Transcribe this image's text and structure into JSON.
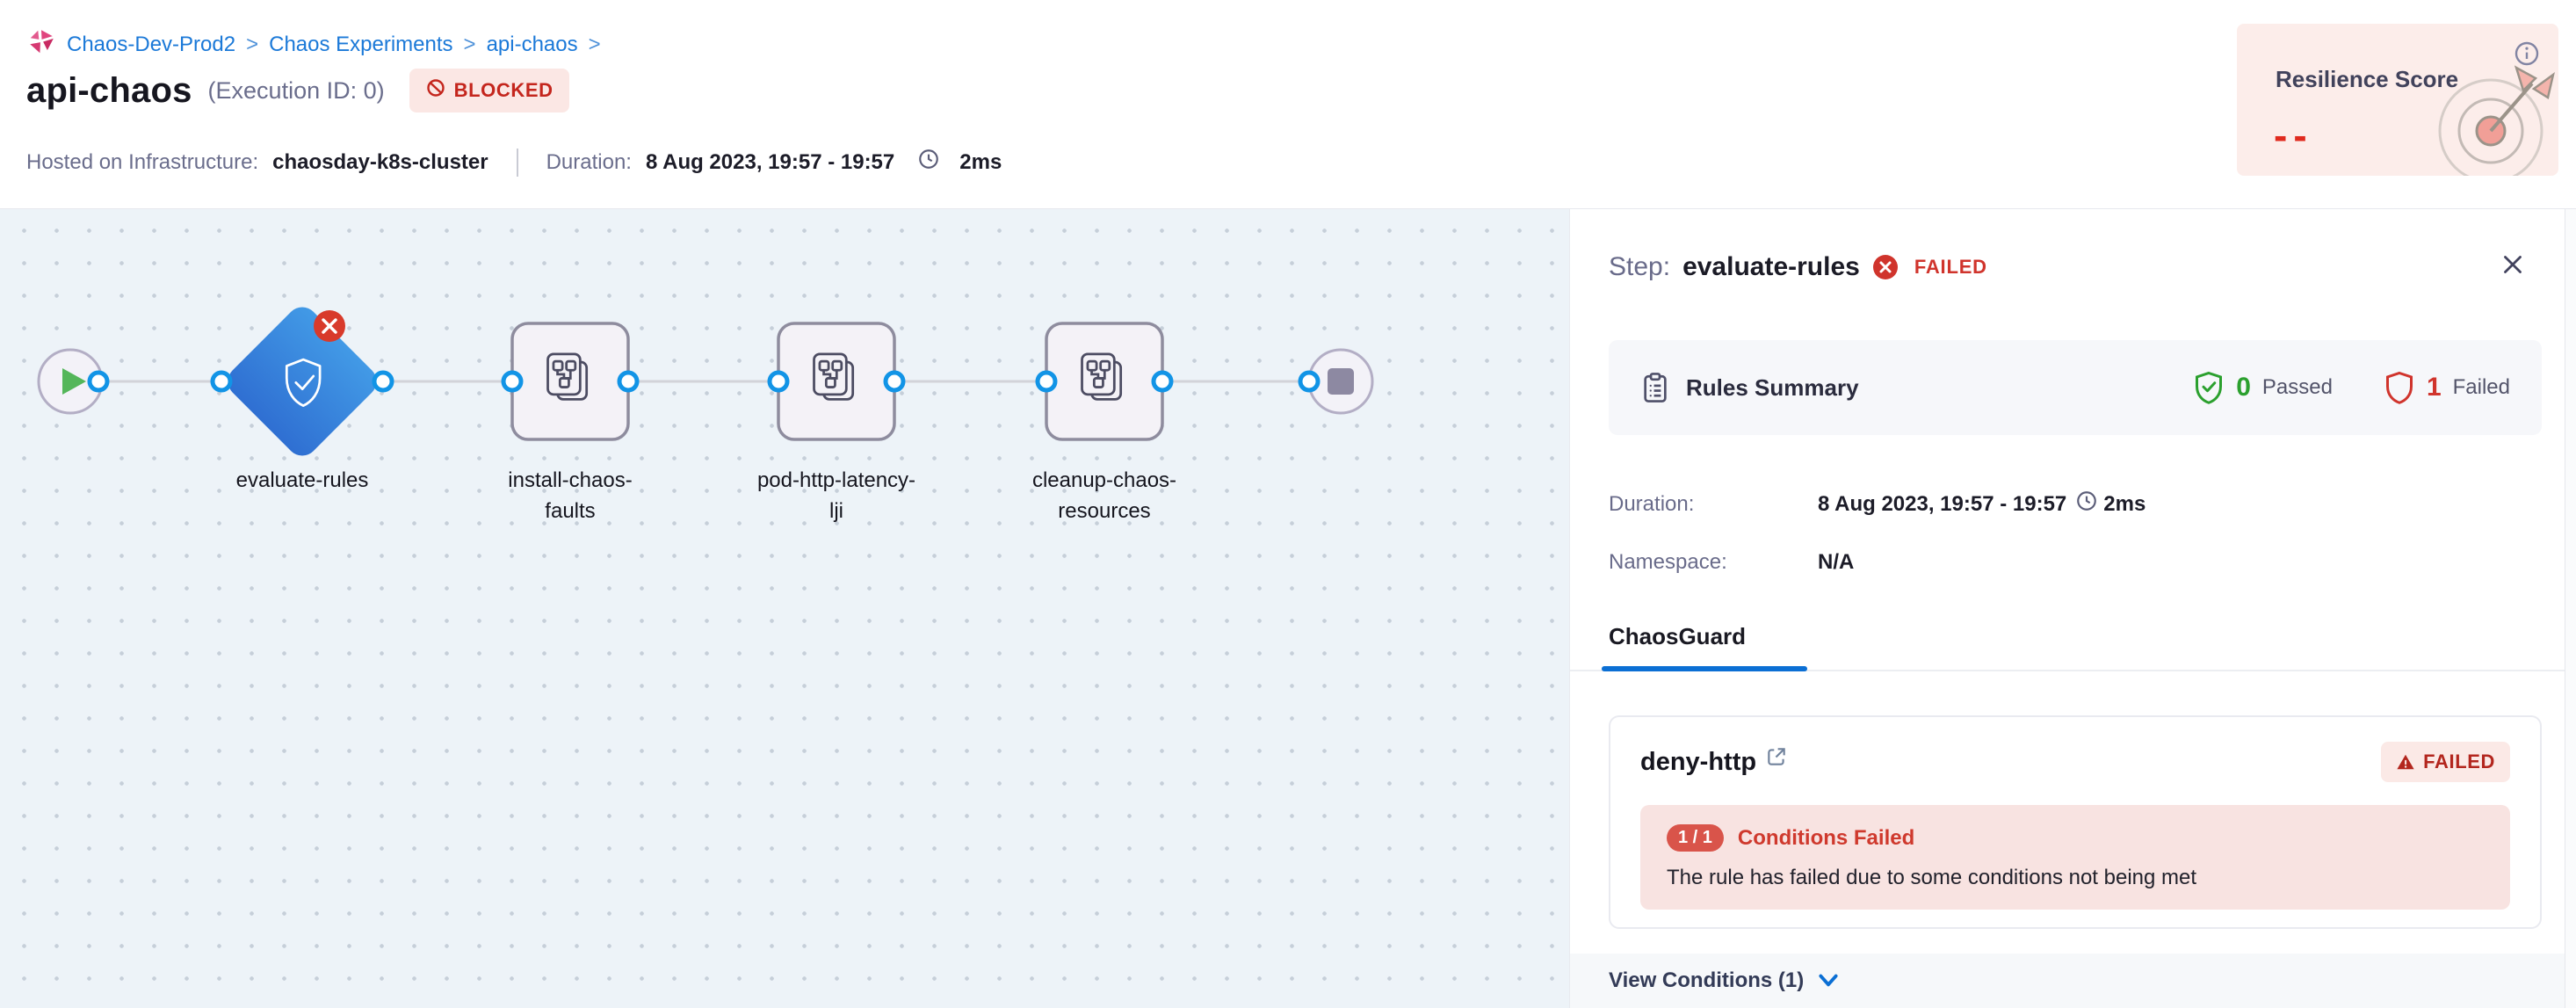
{
  "colors": {
    "accent_blue": "#0278d5",
    "error_red": "#d0342c",
    "success_green": "#2ba02e",
    "canvas_bg": "#edf3f8",
    "diamond_blue": "#3a84dc"
  },
  "icons": {
    "chaos-module-icon": "pink pinwheel",
    "blocked-icon": "circle-slash",
    "clock-icon": "clock outline",
    "info-icon": "circled i",
    "target-icon": "dartboard with arrow",
    "play-icon": "green triangle",
    "stop-icon": "gray square",
    "shield-check-icon": "shield with check",
    "error-badge-icon": "red circle with x",
    "fault-step-icon": "stacked fault documents",
    "close-icon": "x",
    "clipboard-icon": "clipboard list",
    "shield-pass-icon": "green shield check",
    "shield-fail-icon": "red shield outline",
    "external-link-icon": "box with arrow",
    "warning-icon": "filled warning triangle",
    "chevron-down-icon": "v"
  },
  "header": {
    "breadcrumb": {
      "separator": ">",
      "items": [
        "Chaos-Dev-Prod2",
        "Chaos Experiments",
        "api-chaos"
      ]
    },
    "title": "api-chaos",
    "execution_id": "(Execution ID: 0)",
    "status_badge": "BLOCKED",
    "infra_label": "Hosted on Infrastructure:",
    "infra_value": "chaosday-k8s-cluster",
    "duration_label": "Duration:",
    "duration_value": "8 Aug 2023, 19:57 - 19:57",
    "duration_elapsed": "2ms",
    "resilience_card": {
      "title": "Resilience Score",
      "value": "--"
    }
  },
  "pipeline": {
    "node_labels": [
      "evaluate-rules",
      "install-chaos-\nfaults",
      "pod-http-latency-\nlji",
      "cleanup-chaos-\nresources"
    ]
  },
  "panel": {
    "step_label": "Step:",
    "step_name": "evaluate-rules",
    "step_status": "FAILED",
    "rules_summary": {
      "title": "Rules Summary",
      "passed_count": "0",
      "passed_label": "Passed",
      "failed_count": "1",
      "failed_label": "Failed"
    },
    "duration_label": "Duration:",
    "duration_value": "8 Aug 2023, 19:57 - 19:57",
    "duration_elapsed": "2ms",
    "namespace_label": "Namespace:",
    "namespace_value": "N/A",
    "tab_chaosguard": "ChaosGuard",
    "rule_card": {
      "name": "deny-http",
      "status_badge": "FAILED",
      "conditions_pill": "1 / 1",
      "conditions_title": "Conditions Failed",
      "conditions_message": "The rule has failed due to some conditions not being met",
      "footer_link": "View Conditions (1)"
    }
  }
}
